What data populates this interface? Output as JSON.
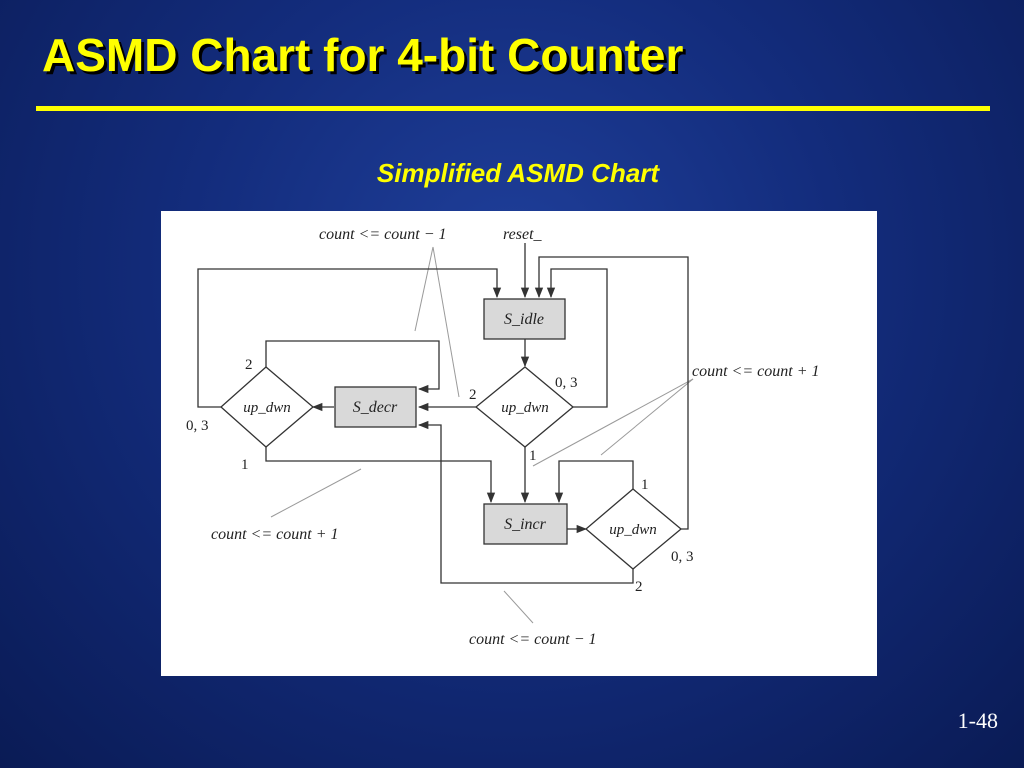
{
  "slide": {
    "title": "ASMD Chart for 4-bit Counter",
    "subtitle": "Simplified ASMD Chart",
    "page_number": "1-48"
  },
  "diagram": {
    "states": {
      "idle": "S_idle",
      "decr": "S_decr",
      "incr": "S_incr"
    },
    "decisions": {
      "left": "up_dwn",
      "center": "up_dwn",
      "right": "up_dwn"
    },
    "inputs": {
      "reset": "reset_"
    },
    "edge_labels": {
      "left_2": "2",
      "left_03": "0, 3",
      "left_1": "1",
      "center_2": "2",
      "center_03": "0, 3",
      "center_1": "1",
      "right_1": "1",
      "right_03": "0, 3",
      "right_2": "2"
    },
    "annotations": {
      "top_decrement": "count <= count − 1",
      "right_increment": "count <= count + 1",
      "left_increment": "count <= count + 1",
      "bottom_decrement": "count <= count − 1"
    }
  },
  "colors": {
    "title": "#ffff00",
    "background": "#132c7c",
    "state_fill": "#d9d9d9",
    "line": "#333333"
  }
}
